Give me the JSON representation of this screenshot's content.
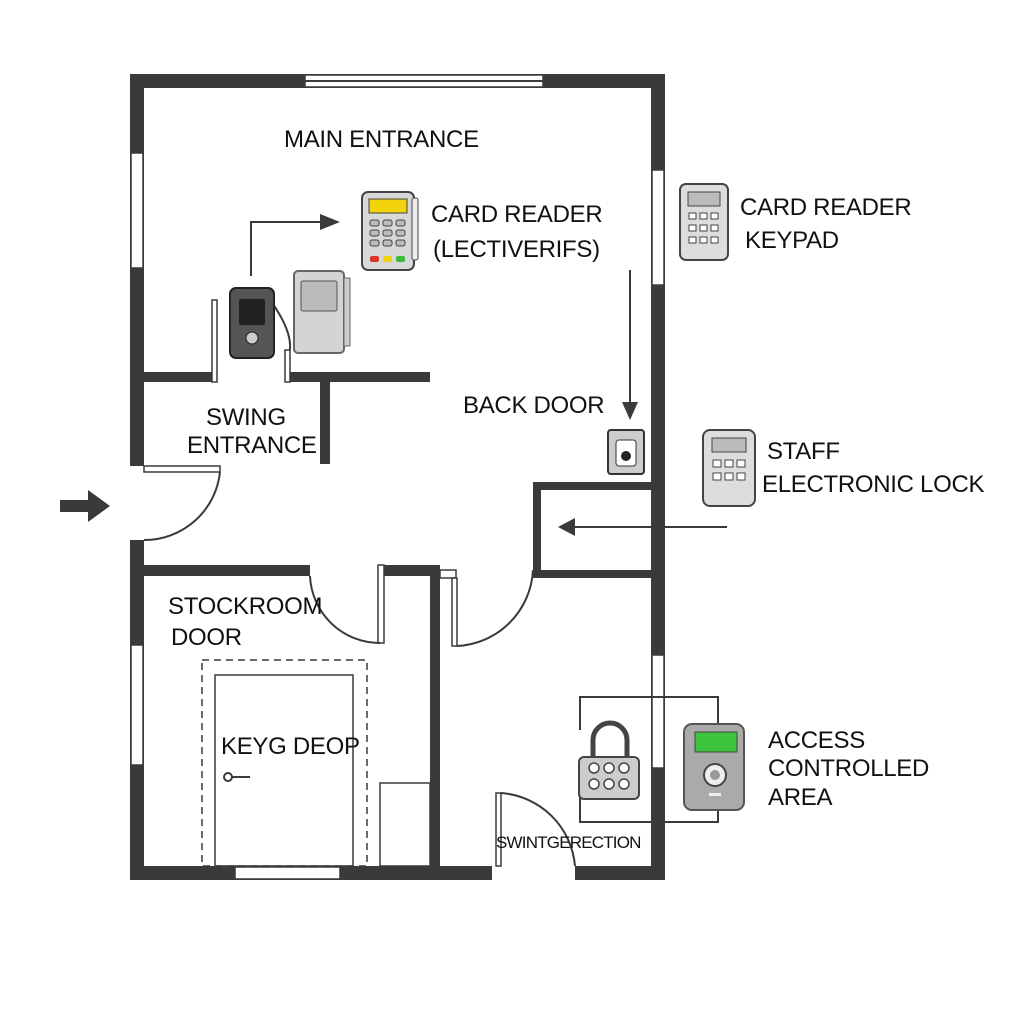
{
  "labels": {
    "main_entrance": "MAIN ENTRANCE",
    "card_reader_1": "CARD READER",
    "card_reader_1_sub": "(LECTIVERIFS)",
    "card_reader_keypad_1": "CARD READER",
    "card_reader_keypad_2": "KEYPAD",
    "swing_entrance_1": "SWING",
    "swing_entrance_2": "ENTRANCE",
    "back_door": "BACK DOOR",
    "staff_lock_1": "STAFF",
    "staff_lock_2": "ELECTRONIC LOCK",
    "stockroom_1": "STOCKROOM",
    "stockroom_2": "DOOR",
    "keyg_deop": "KEYG DEOP",
    "swing_direction": "SWINTGERECTION",
    "access_1": "ACCESS",
    "access_2": "CONTROLLED",
    "access_3": "AREA"
  },
  "colors": {
    "wall": "#3a3a3a",
    "screen_yellow": "#f2d20a",
    "screen_green": "#3cc43c",
    "button_red": "#d83a2a",
    "button_green": "#3cba3c"
  },
  "icons": [
    "card-reader-icon",
    "keypad-icon",
    "access-panel-icon",
    "id-reader-icon",
    "fingerprint-lock-icon",
    "padlock-keypad-icon",
    "entry-arrow-icon"
  ]
}
